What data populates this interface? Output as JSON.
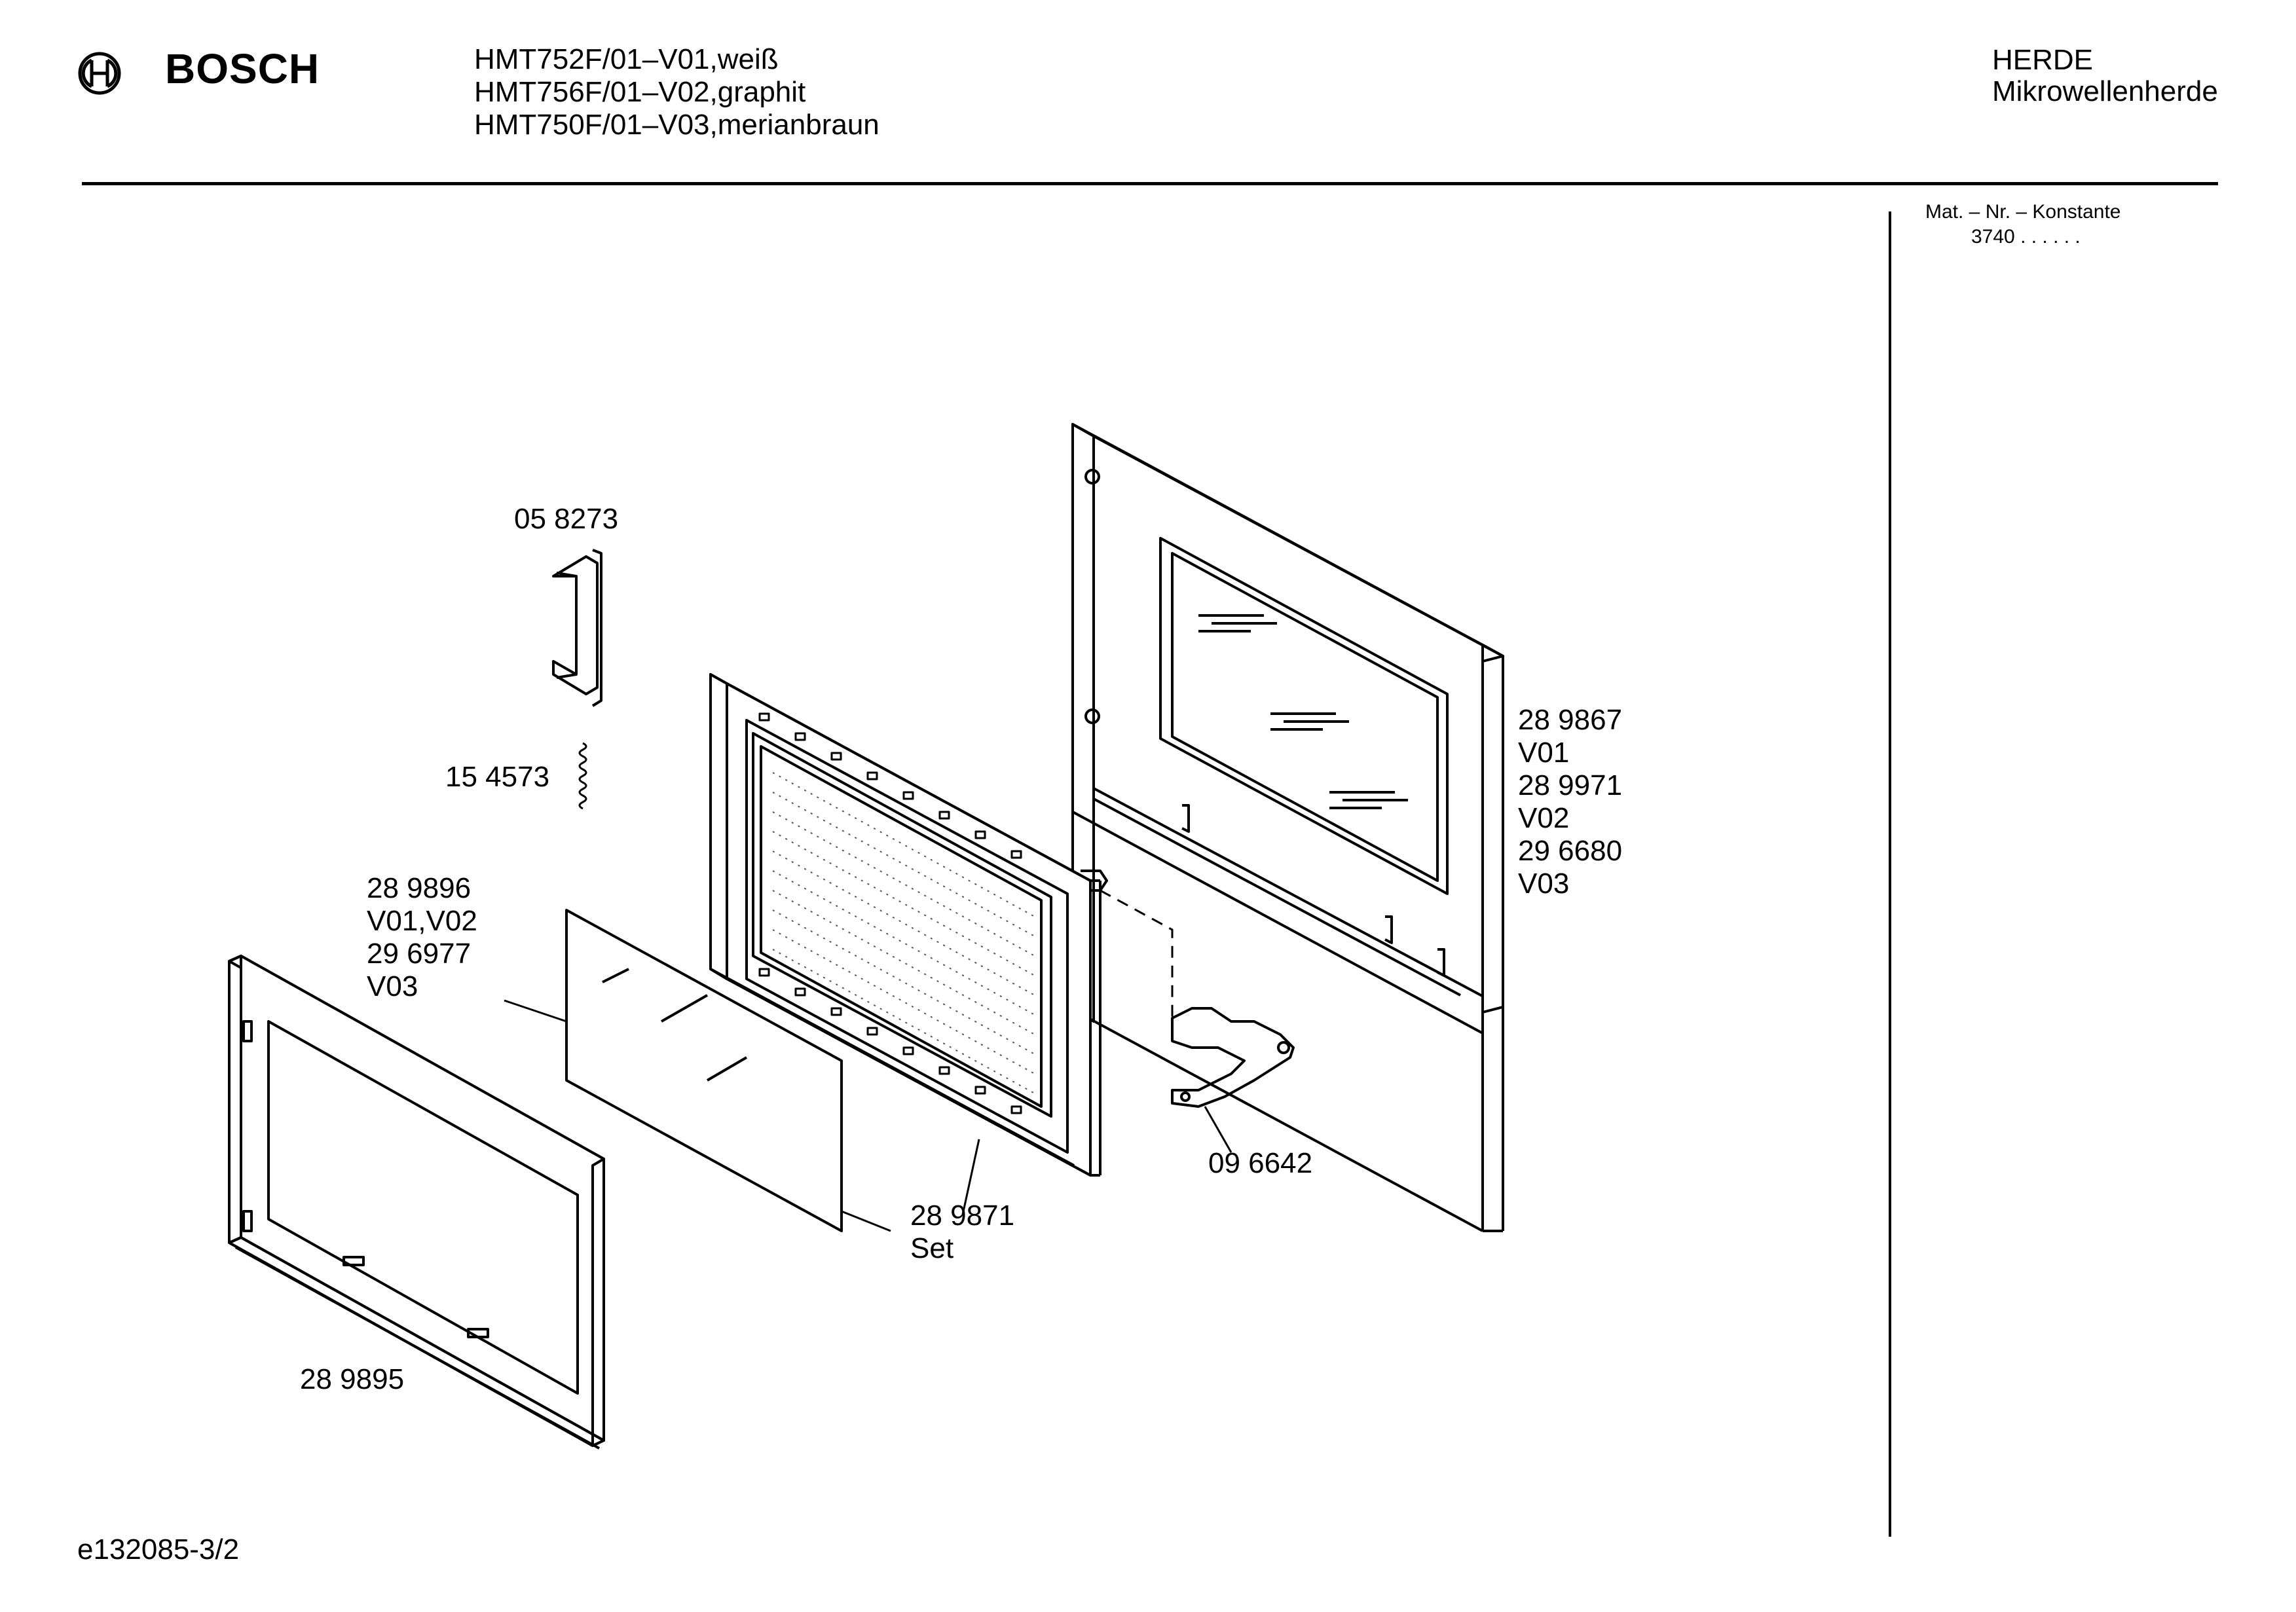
{
  "header": {
    "brand": "BOSCH",
    "models": [
      "HMT752F/01–V01,weiß",
      "HMT756F/01–V02,graphit",
      "HMT750F/01–V03,merianbraun"
    ],
    "category": [
      "HERDE",
      "Mikrowellenherde"
    ]
  },
  "side_panel": {
    "title": "Mat. – Nr. – Konstante",
    "value": "3740 . . . . . ."
  },
  "parts": {
    "clip": "05 8273",
    "spring": "15 4573",
    "glass": [
      "28 9896",
      "V01,V02",
      "29 6977",
      "V03"
    ],
    "front_frame": "28 9895",
    "inner_door": [
      "28 9871",
      "Set"
    ],
    "hinge": "09 6642",
    "outer_door": [
      "28 9867",
      "V01",
      "28 9971",
      "V02",
      "29 6680",
      "V03"
    ]
  },
  "footer": {
    "code": "e132085-3/2"
  }
}
